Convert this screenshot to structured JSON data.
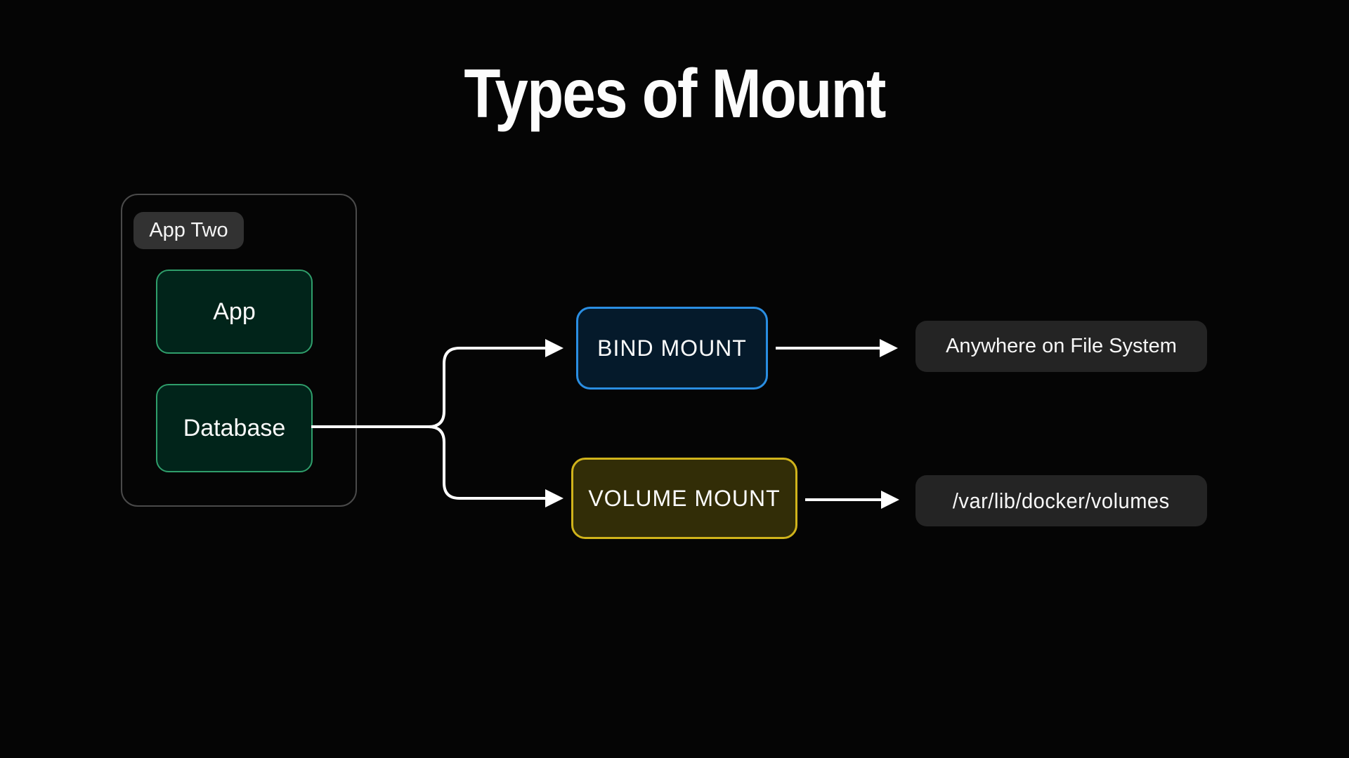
{
  "title": "Types of Mount",
  "app_group": {
    "label": "App Two",
    "services": [
      {
        "label": "App"
      },
      {
        "label": "Database"
      }
    ]
  },
  "mounts": {
    "bind": {
      "label": "BIND MOUNT",
      "target": "Anywhere on File System",
      "accent_color": "#2a8ee2",
      "fill_color": "#051a2b"
    },
    "volume": {
      "label": "VOLUME MOUNT",
      "target": "/var/lib/docker/volumes",
      "accent_color": "#d0b31b",
      "fill_color": "#322d07"
    }
  },
  "colors": {
    "background": "#050505",
    "text": "#fafafa",
    "connector": "#ffffff",
    "group_border": "#4a4a4a",
    "group_label_bg": "#323232",
    "service_border": "#2f9e6b",
    "service_fill": "#01241a",
    "target_bg": "#242424"
  }
}
